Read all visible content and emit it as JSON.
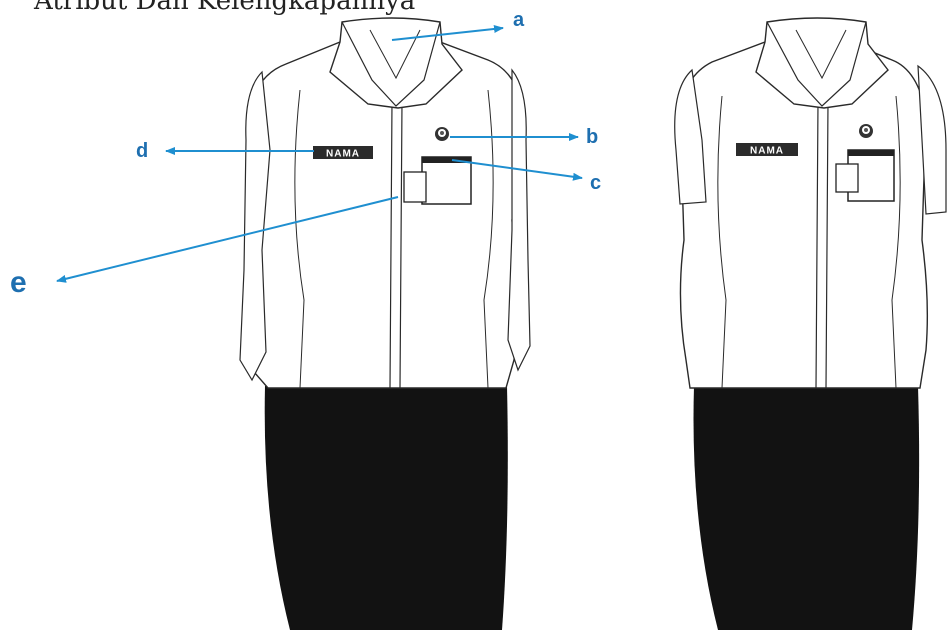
{
  "title": "Atribut Dan Kelengkapannya",
  "labels": {
    "a": "a",
    "b": "b",
    "c": "c",
    "d": "d",
    "e": "e"
  },
  "name_tag_text": "NAMA",
  "colors": {
    "arrow": "#1f8fd0",
    "skirt": "#121212",
    "outline": "#2a2a2a",
    "label": "#1e6fb0"
  }
}
